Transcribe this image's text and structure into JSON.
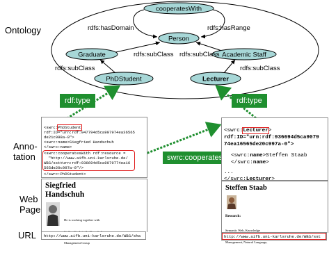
{
  "row_labels": {
    "ontology": "Ontology",
    "annotation_line1": "Anno-",
    "annotation_line2": "tation",
    "webpage_line1": "Web",
    "webpage_line2": "Page",
    "url": "URL"
  },
  "ontology": {
    "nodes": {
      "cooperates_with": "cooperatesWith",
      "person": "Person",
      "graduate": "Graduate",
      "academic_staff": "Academic Staff",
      "phd_student": "PhDStudent",
      "lecturer": "Lecturer"
    },
    "edges": {
      "has_domain": "rdfs:hasDomain",
      "has_range": "rdfs:hasRange",
      "subclass_graduate": "rdfs:subClass",
      "subclass_academic": "rdfs:subClass",
      "subclass_phd": "rdfs:subClass",
      "subclass_lecturer": "rdfs:subClass"
    }
  },
  "rdf_type_labels": {
    "left": "rdf:type",
    "right": "rdf:type"
  },
  "relation_label": "swrc:cooperatesWith",
  "annotation_left": {
    "line1_prefix": "<swrc:",
    "line1_tag": "PhDStudent",
    "line2": "rdf:ID=\"urn:rdf:947794d5ca907974ea36565",
    "line3": "de21c998a-0\">",
    "line4": "<swrc:name>Siegfried Handschuh",
    "line5": "</swrc:name>",
    "line6": "<swrc:cooperatesWith rdf:resource =",
    "line7": "  \"http://www.aifb.uni-karlsruhe.de/",
    "line8": "WBS/sst#urn:rdf:936694d5ca9079774ea16",
    "line9": "565de20c997a-0\"/>",
    "line10": "</swrc:PhDStudent>"
  },
  "annotation_right": {
    "line1_prefix": "<swrc:",
    "line1_tag": "Lecturer",
    "line1_suffix": ">",
    "line2": "rdf:ID=\"urn:rdf:936694d5ca9079",
    "line3": "74ea16565de20c997a-0\">",
    "line4_prefix": "<swrc:",
    "line4_tag": "name",
    "line4_value": ">Steffen Staab",
    "line5_prefix": "</swrc:",
    "line5_tag": "name",
    "line5_suffix": ">",
    "line6": "...",
    "line7_prefix": "</swrc:",
    "line7_tag": "Lecturer",
    "line7_suffix": ">"
  },
  "webpage_left": {
    "name_line1": "Siegfried",
    "name_line2": "Handschuh",
    "text1": "He is working together with",
    "text2": "Steffen Staab in the Knowledge",
    "text3": "Management Group",
    "url": "http://www.aifb.uni-karlsruhe.de/WBS/sha"
  },
  "webpage_right": {
    "name": "Steffen Staab",
    "research_heading": "Research:",
    "research_text1": "Semantic Web, Knowledge",
    "research_text2": "Management, Natural Language,",
    "url": "http://www.aifb.uni-karlsruhe.de/WBS/sst"
  },
  "colors": {
    "node_fill": "#a7d7d7",
    "green": "#1f8f2f",
    "red": "#e02020"
  }
}
